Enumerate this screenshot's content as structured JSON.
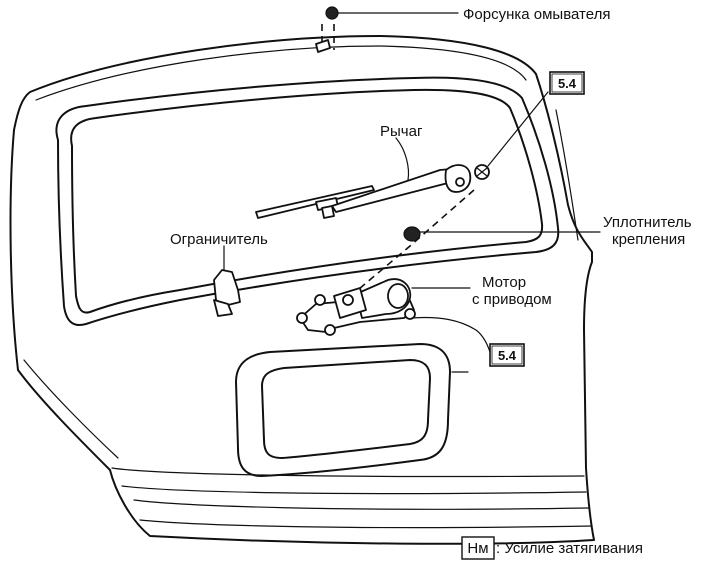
{
  "labels": {
    "washer_nozzle": "Форсунка омывателя",
    "lever": "Рычаг",
    "seal_line1": "Уплотнитель",
    "seal_line2": "крепления",
    "stopper": "Ограничитель",
    "motor_line1": "Мотор",
    "motor_line2": "с приводом"
  },
  "torque_values": {
    "arm_nut": "5.4",
    "motor_bolts": "5.4"
  },
  "legend": {
    "unit_box": "Нм",
    "text": ": Усилие затягивания"
  }
}
